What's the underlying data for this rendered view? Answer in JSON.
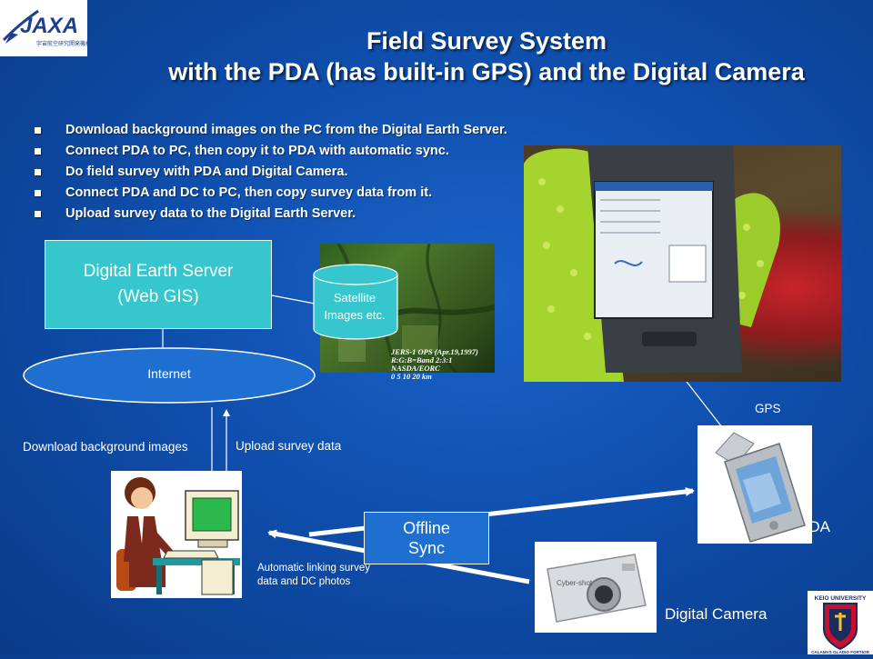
{
  "title": {
    "line1": "Field Survey System",
    "line2": "with the PDA (has built-in GPS) and the Digital Camera"
  },
  "bullets": [
    "Download background images on the PC from the Digital Earth Server.",
    "Connect PDA to PC, then copy it to PDA with automatic sync.",
    "Do field survey with PDA and Digital Camera.",
    "Connect PDA and DC to PC, then copy survey data from it.",
    "Upload survey data to the Digital Earth Server."
  ],
  "server": {
    "line1": "Digital Earth Server",
    "line2": "(Web GIS)"
  },
  "satellite": {
    "line1": "Satellite",
    "line2": "Images etc.",
    "caption_line1": "JERS-1 OPS (Apr.19,1997)",
    "caption_line2": "R:G:B=Band 2:3:1 NASDA/EORC",
    "scale": "0   5   10        20 km"
  },
  "internet": "Internet",
  "labels": {
    "download": "Download background images",
    "upload": "Upload survey data",
    "auto_link": "Automatic linking survey data and DC photos",
    "gps": "GPS",
    "pda": "PDA",
    "camera": "Digital Camera"
  },
  "offline": {
    "line1": "Offline",
    "line2": "Sync"
  },
  "logos": {
    "jaxa": "JAXA",
    "jaxa_sub": "宇宙航空研究開発機構",
    "keio": "KEIO UNIVERSITY",
    "keio_motto": "CALAMVS GLADIO FORTIOR"
  },
  "colors": {
    "server_fill": "#35c7cd",
    "offline_fill": "#1f6fd0",
    "arrow": "#ffffff"
  }
}
